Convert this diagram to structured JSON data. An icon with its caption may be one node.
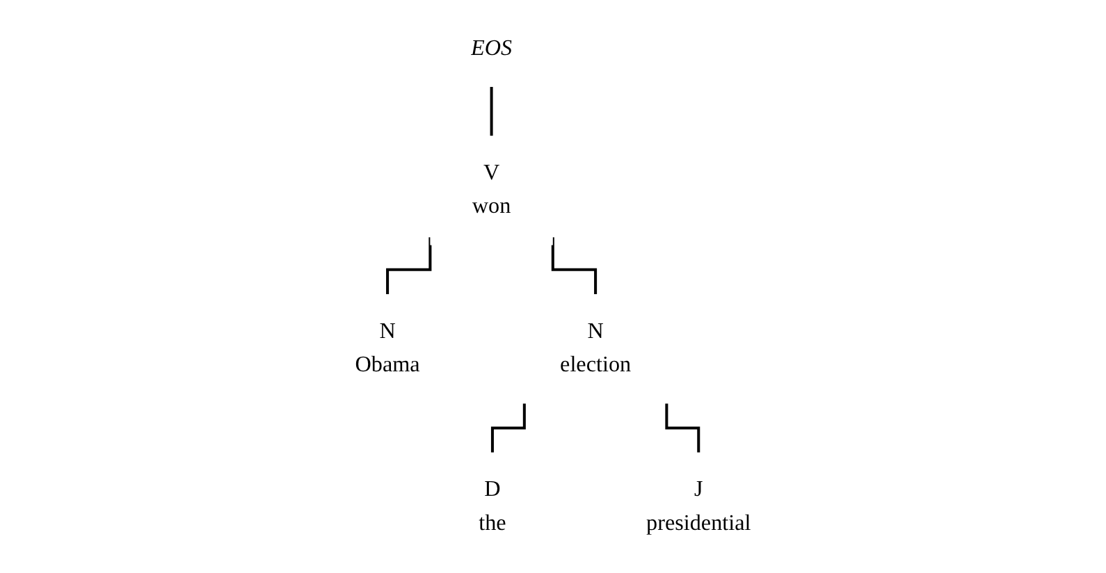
{
  "diagram": {
    "nodes": [
      {
        "text": [
          "EOS"
        ]
      },
      {
        "text": [
          "V",
          "won"
        ]
      },
      {
        "text": [
          "N",
          "Obama"
        ]
      },
      {
        "text": [
          "N",
          "election"
        ]
      },
      {
        "text": [
          "D",
          "the"
        ]
      },
      {
        "text": [
          "J",
          "presidential"
        ]
      }
    ],
    "edges": [
      {
        "from": 0,
        "to": 1,
        "arrow": "none"
      },
      {
        "from": 1,
        "to": 2,
        "arrow": "none"
      },
      {
        "from": 1,
        "to": 3,
        "arrow": "none"
      },
      {
        "from": 3,
        "to": 4,
        "arrow": "none"
      },
      {
        "from": 3,
        "to": 5,
        "arrow": "none"
      }
    ]
  }
}
